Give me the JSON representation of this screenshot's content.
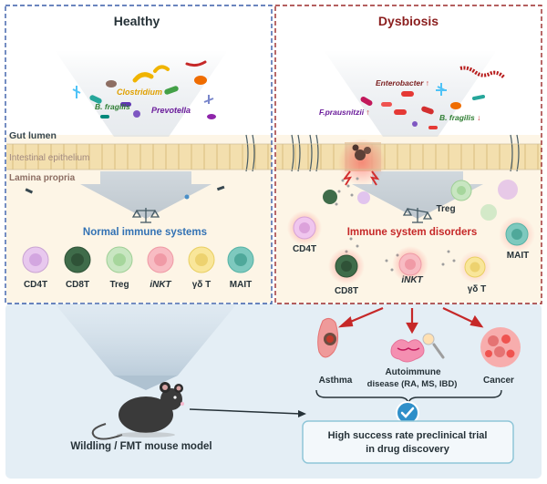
{
  "panels": {
    "healthy": {
      "title": "Healthy"
    },
    "dysbiosis": {
      "title": "Dysbiosis"
    }
  },
  "layers": {
    "gut_lumen": "Gut lumen",
    "intestinal_epithelium": "Intestinal epithelium",
    "lamina_propria": "Lamina propria"
  },
  "healthy_bacteria": [
    "Clostridium",
    "B. fragilis",
    "Prevotella"
  ],
  "dysbiosis_bacteria": {
    "faecali": "F.prausnitzii",
    "entero": "Enterobacter",
    "fragilis": "B. fragilis"
  },
  "healthy_state": "Normal immune systems",
  "dysbiosis_state": "Immune system disorders",
  "healthy_cells": [
    "CD4T",
    "CD8T",
    "Treg",
    "iNKT",
    "γδ T",
    "MAIT"
  ],
  "dysbiosis_cells": {
    "cd4t": "CD4T",
    "cd8t": "CD8T",
    "inkt": "iNKT",
    "gdt": "γδ T",
    "treg": "Treg",
    "mait": "MAIT"
  },
  "diseases": {
    "asthma": "Asthma",
    "autoimmune_1": "Autoimmune",
    "autoimmune_2": "disease (RA, MS, IBD)",
    "cancer": "Cancer"
  },
  "model_label": "Wildling / FMT mouse model",
  "outcome": {
    "line1": "High success rate preclinical trial",
    "line2": "in drug discovery"
  },
  "colors": {
    "healthy_border": "#3a5da8",
    "dysbiosis_border": "#9b2a2a",
    "healthy_state_text": "#3372b4",
    "dysbiosis_state_text": "#c62828",
    "lamina_bg": "#fdf5e6",
    "epithelium": "#f3dfae",
    "lower_bg": "#e4eef5",
    "check": "#2f8fc9"
  }
}
